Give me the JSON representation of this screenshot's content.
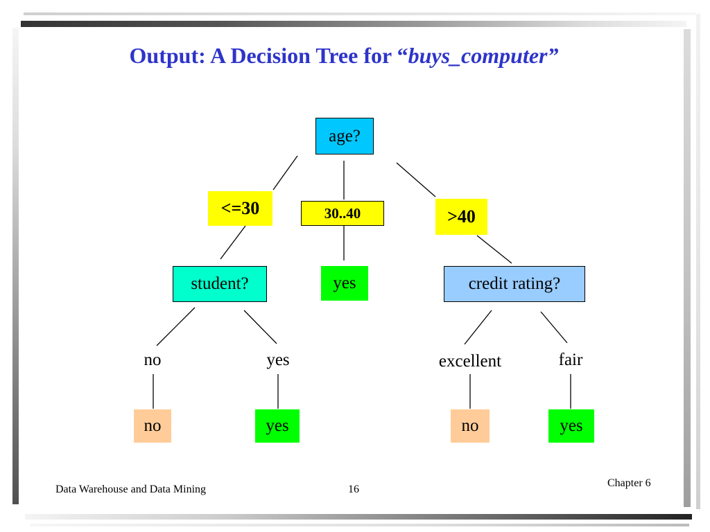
{
  "slide": {
    "title_prefix": "Output: A Decision Tree for “",
    "title_emphasis": "buys_computer”",
    "footer_left": "Data Warehouse and Data Mining",
    "page_number": "16",
    "footer_right": "Chapter 6"
  },
  "tree": {
    "root": "age?",
    "branch_le30": "<=30",
    "branch_30_40": "30..40",
    "branch_gt40": ">40",
    "student": "student?",
    "leaf_yes_middle": "yes",
    "credit": "credit rating?",
    "student_no": "no",
    "student_yes": "yes",
    "credit_excellent": "excellent",
    "credit_fair": "fair",
    "leaf_no_1": "no",
    "leaf_yes_1": "yes",
    "leaf_no_2": "no",
    "leaf_yes_2": "yes"
  },
  "colors": {
    "title": "#2e34c9",
    "root_fill": "#00c8ff",
    "branch_fill": "#ffff00",
    "student_fill": "#00ffcc",
    "credit_fill": "#99ccff",
    "yes_fill": "#00ff00",
    "no_fill": "#ffcc99"
  }
}
